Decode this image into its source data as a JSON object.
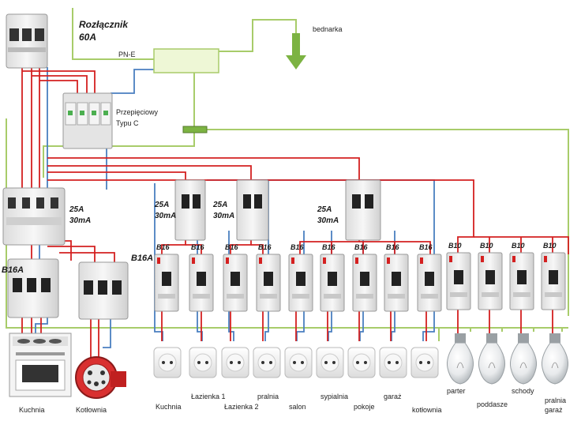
{
  "title": {
    "line1": "Rozłącznik",
    "line2": "60A"
  },
  "pe_label": "PN-E",
  "ground_label": "bednarka",
  "spd_label": {
    "line1": "Przepięciowy",
    "line2": "Typu C"
  },
  "rcd_main": {
    "line1": "25A",
    "line2": "30mA"
  },
  "rcd1": {
    "line1": "25A",
    "line2": "30mA"
  },
  "rcd2": {
    "line1": "25A",
    "line2": "30mA"
  },
  "rcd3": {
    "line1": "25A",
    "line2": "30mA"
  },
  "left_breakers": [
    "B16A",
    "B16A"
  ],
  "breaker_labels": [
    "B16",
    "B16",
    "B16",
    "B16",
    "B16",
    "B16",
    "B16",
    "B16",
    "B16",
    "B10",
    "B10",
    "B10",
    "B10"
  ],
  "circuits": {
    "kuchnia_stove": "Kuchnia",
    "kotlownia_socket": "Kotłownia",
    "kuchnia": "Kuchnia",
    "lazienka1": "Łazienka 1",
    "lazienka2": "Łazienka 2",
    "pralnia": "pralnia",
    "salon": "salon",
    "sypialnia": "sypialnia",
    "pokoje": "pokoje",
    "garaz": "garaż",
    "kotlownia": "kotłownia",
    "parter": "parter",
    "poddasze": "poddasze",
    "schody": "schody",
    "pralnia_garaz": {
      "line1": "pralnia",
      "line2": "garaż"
    }
  },
  "colors": {
    "phase": "#d42020",
    "neutral": "#4a7fc0",
    "pe": "#a8cc6a",
    "ground_arrow": "#7cb342"
  }
}
